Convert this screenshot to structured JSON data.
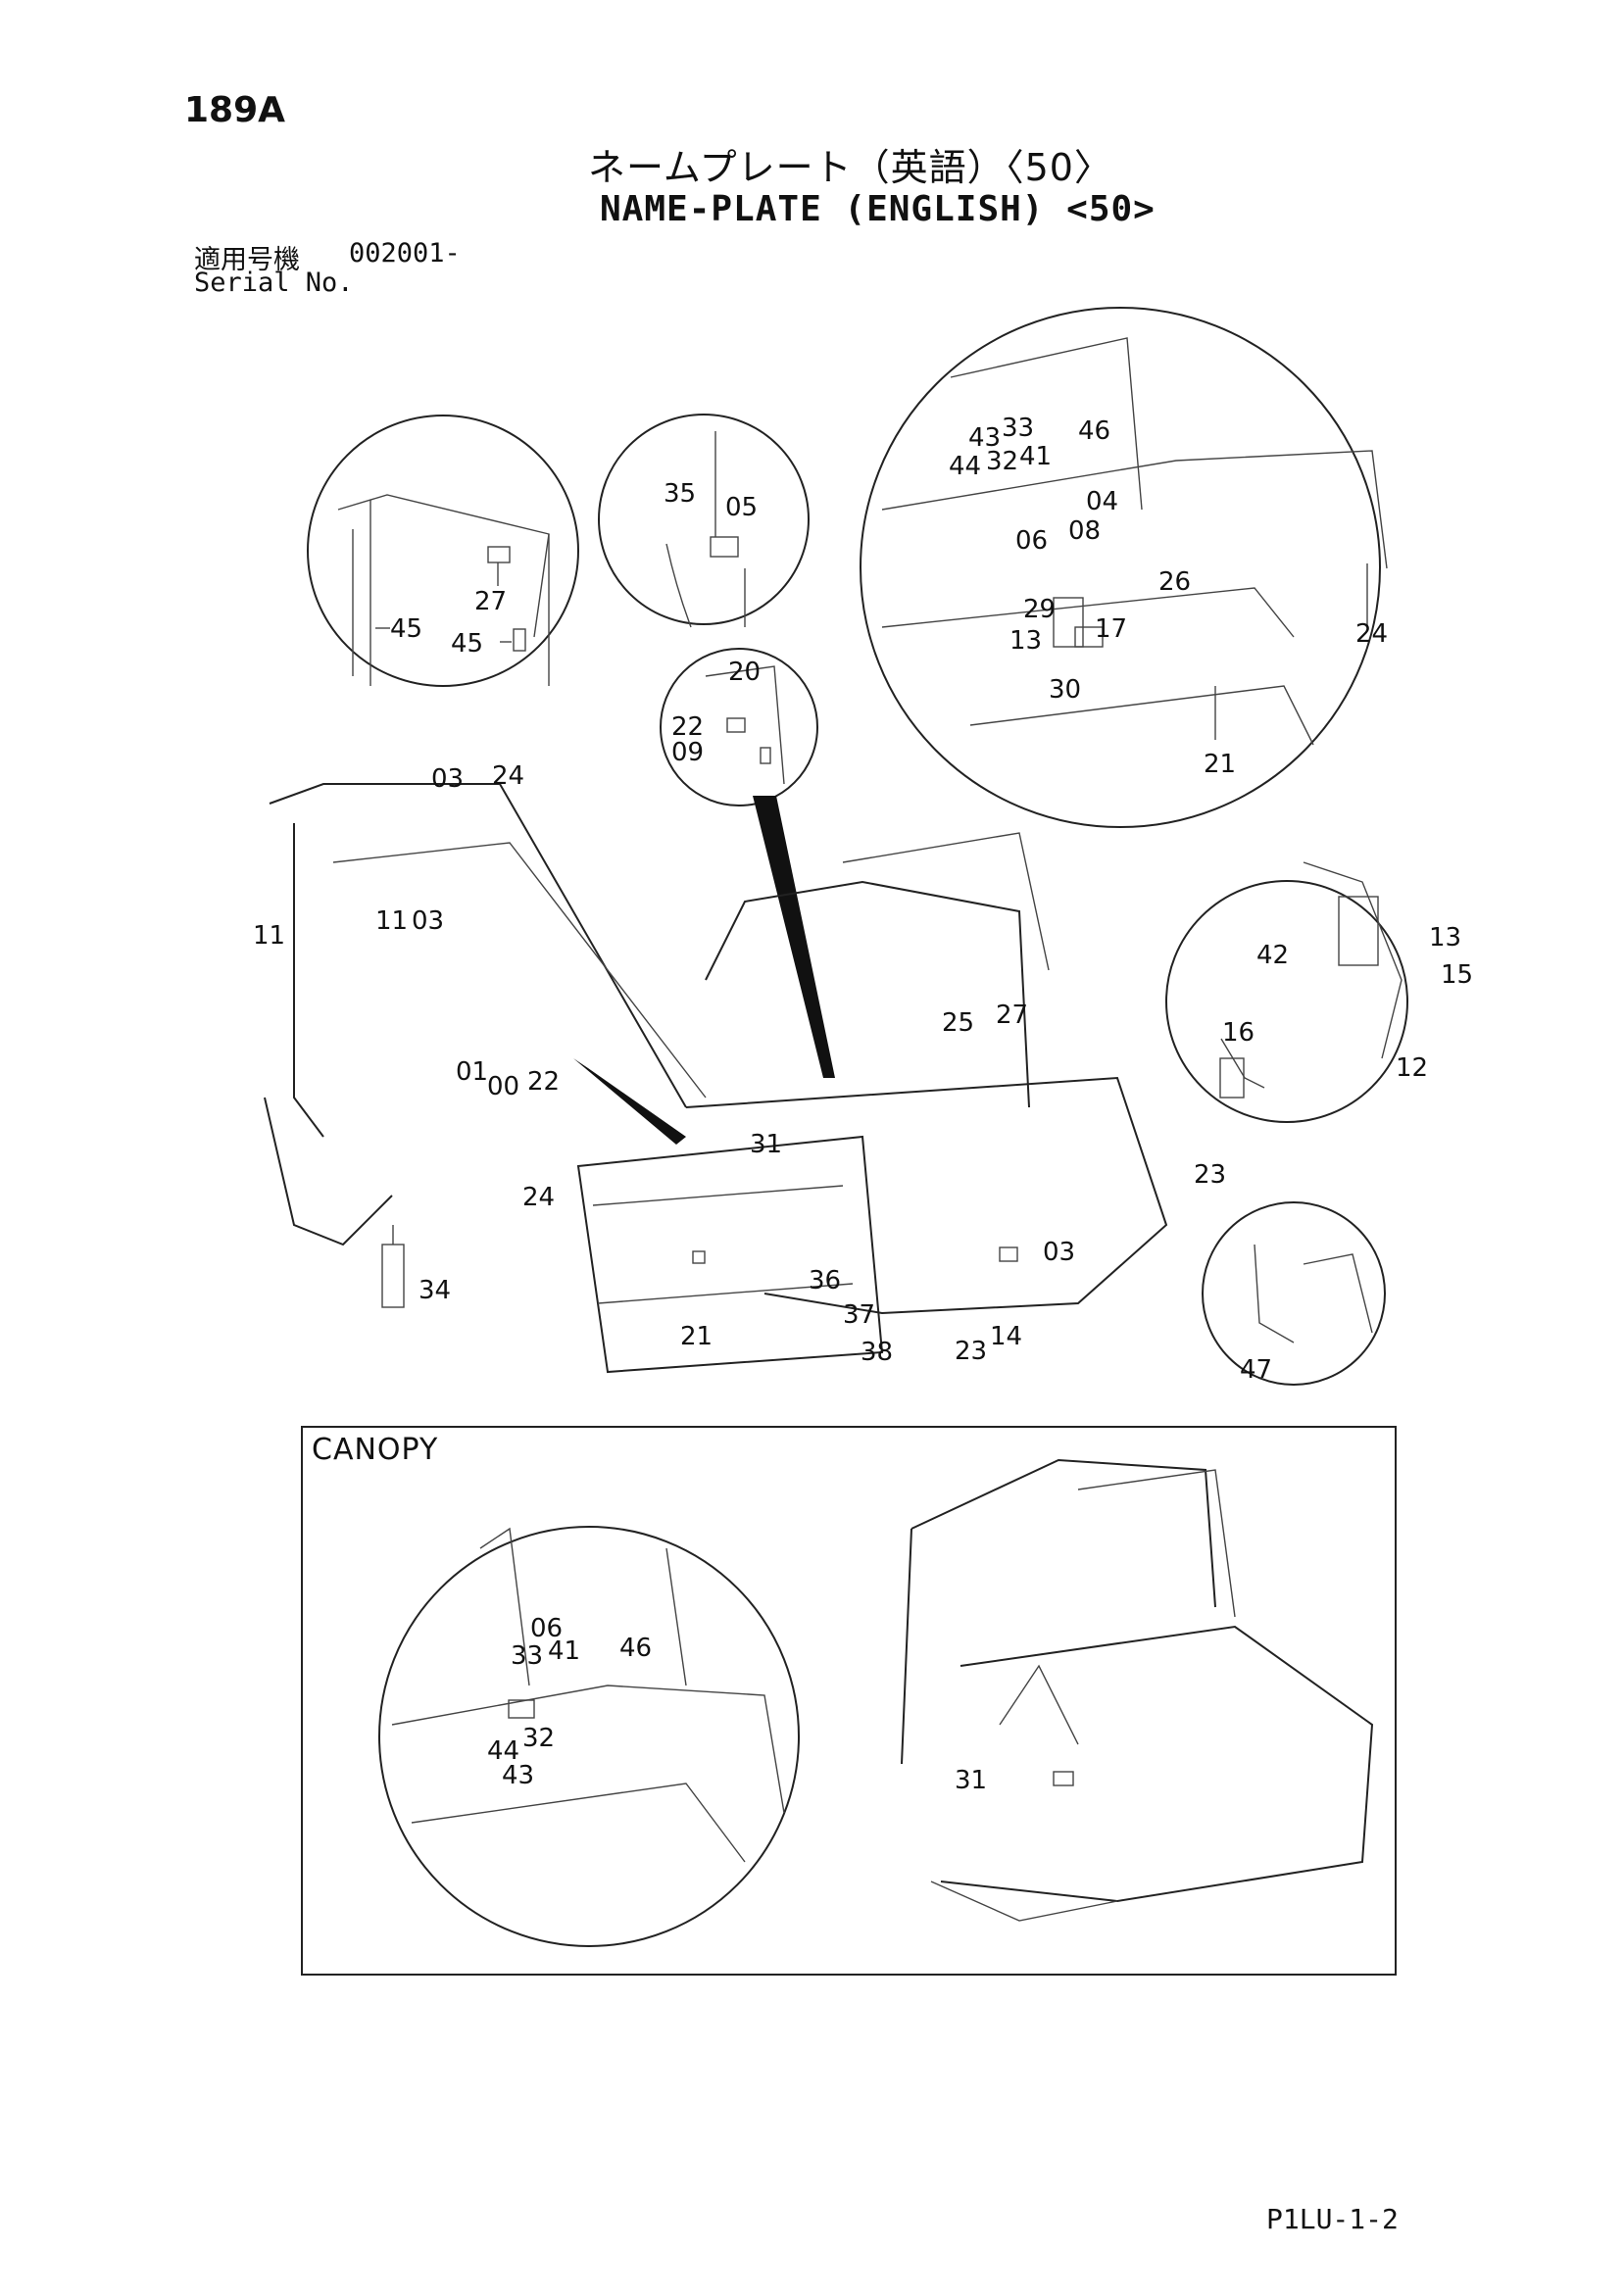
{
  "header": {
    "page_code": "189A",
    "title_japanese": "ネームプレート（英語）〈50〉",
    "title_english": "NAME-PLATE (ENGLISH) <50>",
    "serial_label_japanese": "適用号機",
    "serial_value": "002001-",
    "serial_label_english": "Serial No."
  },
  "canopy_section": {
    "label": "CANOPY"
  },
  "footer": {
    "doc_code": "P1LU-1-2"
  },
  "callouts": {
    "detail_cab_top": [
      "27",
      "45",
      "45"
    ],
    "detail_antenna": [
      "35",
      "05"
    ],
    "detail_rear_deck": [
      "43",
      "33",
      "44",
      "32",
      "41",
      "46",
      "06",
      "04",
      "08",
      "26",
      "29",
      "13",
      "17",
      "30",
      "21",
      "24"
    ],
    "detail_cab_door": [
      "20",
      "22",
      "09"
    ],
    "main_machine": [
      "03",
      "24",
      "11",
      "11",
      "03",
      "01",
      "00",
      "22",
      "24",
      "25",
      "27",
      "31",
      "23",
      "03",
      "36",
      "37",
      "38",
      "21",
      "23",
      "14",
      "34"
    ],
    "detail_control": [
      "13",
      "42",
      "15",
      "16",
      "12"
    ],
    "detail_seat": [
      "47"
    ],
    "canopy_detail": [
      "06",
      "33",
      "41",
      "46",
      "32",
      "44",
      "43"
    ],
    "canopy_machine": [
      "31"
    ]
  }
}
